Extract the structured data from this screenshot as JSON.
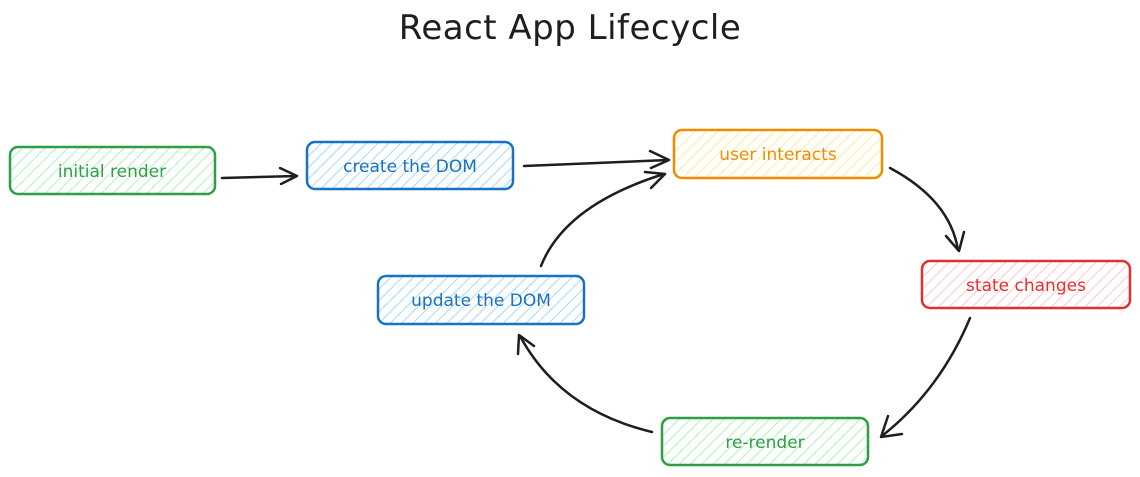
{
  "title": "React App Lifecycle",
  "colors": {
    "green": "#2f9e44",
    "blue": "#1971c2",
    "orange": "#f08c00",
    "red": "#e03131",
    "arrow": "#1e1e1e"
  },
  "nodes": [
    {
      "id": "initial-render",
      "label": "initial render",
      "color": "#2f9e44",
      "fill": "#b2f2bb"
    },
    {
      "id": "create-dom",
      "label": "create the DOM",
      "color": "#1971c2",
      "fill": "#a5d8ff"
    },
    {
      "id": "user-interacts",
      "label": "user interacts",
      "color": "#f08c00",
      "fill": "#ffec99"
    },
    {
      "id": "state-changes",
      "label": "state changes",
      "color": "#e03131",
      "fill": "#ffc9c9"
    },
    {
      "id": "re-render",
      "label": "re-render",
      "color": "#2f9e44",
      "fill": "#b2f2bb"
    },
    {
      "id": "update-dom",
      "label": "update the DOM",
      "color": "#1971c2",
      "fill": "#a5d8ff"
    }
  ]
}
